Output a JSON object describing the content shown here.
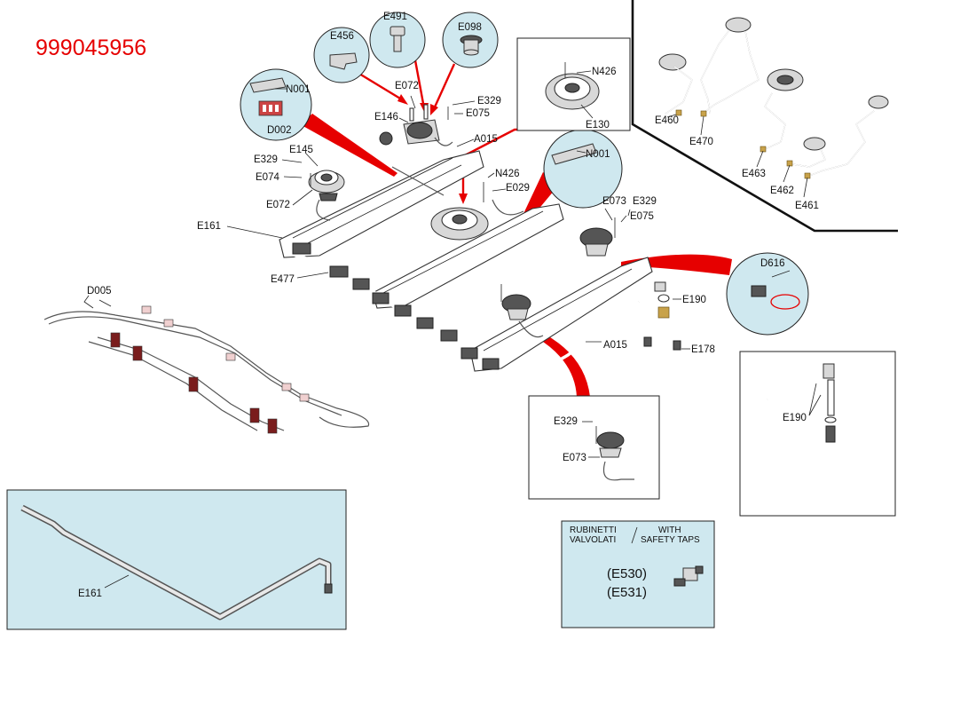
{
  "document_code": "999045956",
  "labels": {
    "E456": "E456",
    "E491": "E491",
    "E098": "E098",
    "N001_a": "N001",
    "D002": "D002",
    "E072_a": "E072",
    "E146": "E146",
    "E329_a": "E329",
    "E075_a": "E075",
    "A015_a": "A015",
    "E329_b": "E329",
    "E145": "E145",
    "E074": "E074",
    "E072_b": "E072",
    "N426_a": "N426",
    "E130": "E130",
    "N001_b": "N001",
    "N426_b": "N426",
    "E029": "E029",
    "E073_a": "E073",
    "E329_c": "E329",
    "E075_b": "E075",
    "E161_a": "E161",
    "E477": "E477",
    "D005": "D005",
    "D616": "D616",
    "E190_a": "E190",
    "A015_b": "A015",
    "E178": "E178",
    "E460": "E460",
    "E470": "E470",
    "E463": "E463",
    "E462": "E462",
    "E461": "E461",
    "E329_d": "E329",
    "E073_b": "E073",
    "E190_b": "E190",
    "E161_b": "E161"
  },
  "valve_box": {
    "left_line1": "RUBINETTI",
    "left_line2": "VALVOLATI",
    "right_line1": "WITH",
    "right_line2": "SAFETY TAPS",
    "code1": "(E530)",
    "code2": "(E531)"
  },
  "colors": {
    "accent_red": "#e60000",
    "panel_blue": "#cfe8ef"
  }
}
